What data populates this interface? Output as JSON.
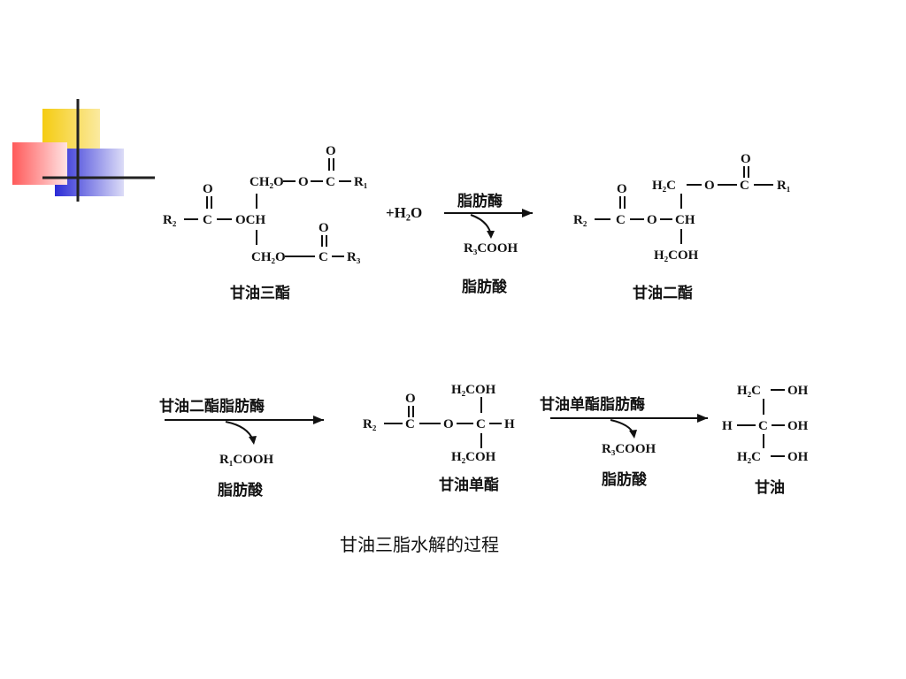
{
  "diagram": {
    "step1": {
      "reactant_label": "甘油三酯",
      "reagent": "+H₂O",
      "enzyme": "脂肪酶",
      "byproduct_formula": "R₃COOH",
      "byproduct_label": "脂肪酸",
      "product_label": "甘油二酯"
    },
    "step2": {
      "enzyme": "甘油二酯脂肪酶",
      "byproduct_formula": "R₁COOH",
      "byproduct_label": "脂肪酸",
      "product_label": "甘油单酯"
    },
    "step3": {
      "enzyme": "甘油单酯脂肪酶",
      "byproduct_formula": "R₃COOH",
      "byproduct_label": "脂肪酸",
      "product_label": "甘油"
    },
    "atoms": {
      "o": "O",
      "c": "C",
      "h": "H",
      "r1": "R₁",
      "r2": "R₂",
      "r3": "R₃",
      "ch2o": "CH₂O",
      "ch2o2": "CH₂O",
      "och": "OCH",
      "h2c": "H₂C",
      "ch": "CH",
      "h2coh": "H₂COH",
      "h2coh_top": "H₂COH",
      "h2coh_bot": "H₂COH",
      "oh": "OH"
    },
    "caption": "甘油三脂水解的过程"
  },
  "colors": {
    "deco_yellow": "#f5cc12",
    "deco_red": "#ff6666",
    "deco_blue": "#2b2bd6",
    "deco_line": "#222222"
  }
}
